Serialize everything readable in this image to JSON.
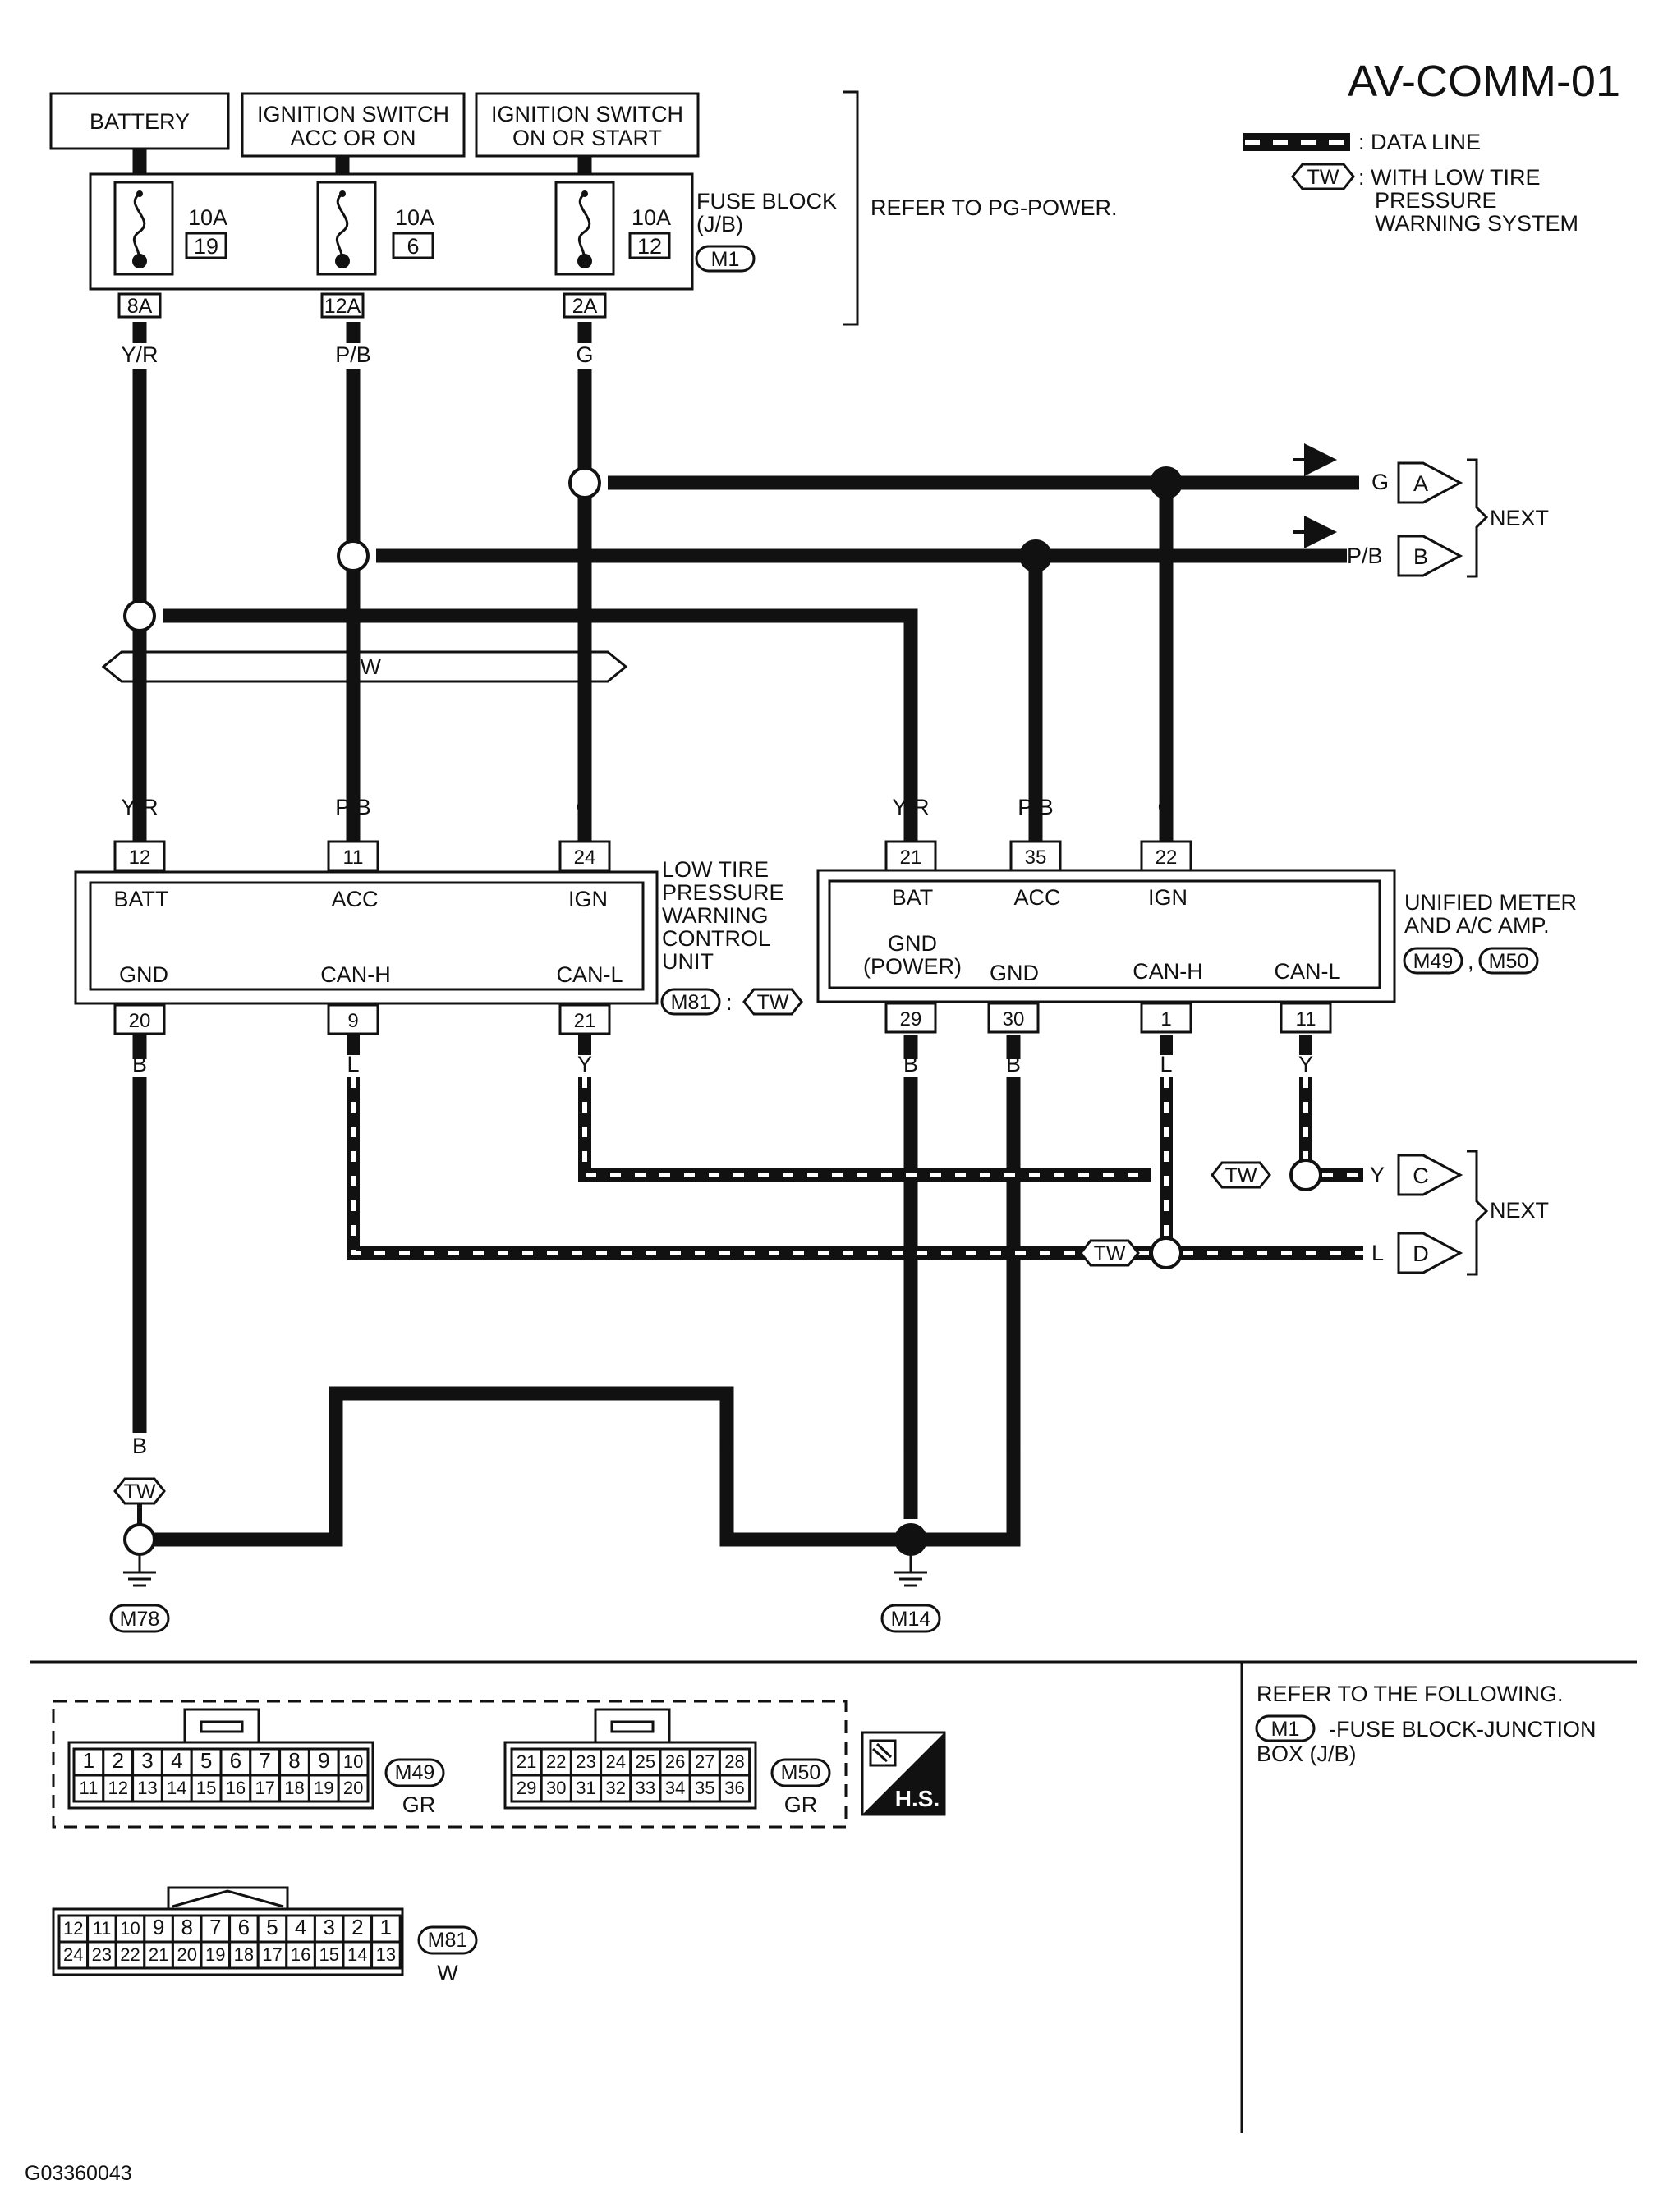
{
  "title": "AV-COMM-01",
  "legend": {
    "data_line": ": DATA LINE",
    "tw_tag": "TW",
    "tw_text_1": ": WITH LOW TIRE",
    "tw_text_2": "PRESSURE",
    "tw_text_3": "WARNING SYSTEM"
  },
  "power": {
    "battery": "BATTERY",
    "ign_acc_1": "IGNITION SWITCH",
    "ign_acc_2": "ACC OR ON",
    "ign_on_1": "IGNITION SWITCH",
    "ign_on_2": "ON OR START"
  },
  "fuse_block": {
    "label_1": "FUSE BLOCK",
    "label_2": "(J/B)",
    "connector": "M1",
    "refer": "REFER TO PG-POWER.",
    "fuses": [
      {
        "amps": "10A",
        "num": "19",
        "term": "8A"
      },
      {
        "amps": "10A",
        "num": "6",
        "term": "12A"
      },
      {
        "amps": "10A",
        "num": "12",
        "term": "2A"
      }
    ]
  },
  "wire_colors": {
    "yr": "Y/R",
    "pb": "P/B",
    "g": "G",
    "b": "B",
    "l": "L",
    "y": "Y"
  },
  "tw_bus": "TW",
  "next": {
    "a_wire": "G",
    "a_tag": "A",
    "b_wire": "P/B",
    "b_tag": "B",
    "c_wire": "Y",
    "c_tag": "C",
    "d_wire": "L",
    "d_tag": "D",
    "label": "NEXT"
  },
  "ltpw": {
    "name_1": "LOW TIRE",
    "name_2": "PRESSURE",
    "name_3": "WARNING",
    "name_4": "CONTROL",
    "name_5": "UNIT",
    "connector": "M81",
    "tag": "TW",
    "pins_top": [
      "12",
      "11",
      "24"
    ],
    "labels_top": [
      "BATT",
      "ACC",
      "IGN"
    ],
    "pins_bottom": [
      "20",
      "9",
      "21"
    ],
    "labels_bottom": [
      "GND",
      "CAN-H",
      "CAN-L"
    ]
  },
  "umeter": {
    "name_1": "UNIFIED METER",
    "name_2": "AND A/C AMP.",
    "connector_1": "M49",
    "connector_2": "M50",
    "pins_top": [
      "21",
      "35",
      "22"
    ],
    "labels_top": [
      "BAT",
      "ACC",
      "IGN"
    ],
    "pins_bottom": [
      "29",
      "30",
      "1",
      "11"
    ],
    "label_gnd_power_1": "GND",
    "label_gnd_power_2": "(POWER)",
    "labels_bottom": [
      "GND",
      "CAN-H",
      "CAN-L"
    ]
  },
  "grounds": {
    "left": "M78",
    "right": "M14"
  },
  "connectors": {
    "m49": {
      "id": "M49",
      "color": "GR",
      "row1": [
        "1",
        "2",
        "3",
        "4",
        "5",
        "6",
        "7",
        "8",
        "9",
        "10"
      ],
      "row2": [
        "11",
        "12",
        "13",
        "14",
        "15",
        "16",
        "17",
        "18",
        "19",
        "20"
      ]
    },
    "m50": {
      "id": "M50",
      "color": "GR",
      "row1": [
        "21",
        "22",
        "23",
        "24",
        "25",
        "26",
        "27",
        "28"
      ],
      "row2": [
        "29",
        "30",
        "31",
        "32",
        "33",
        "34",
        "35",
        "36"
      ]
    },
    "m81": {
      "id": "M81",
      "color": "W",
      "row1": [
        "12",
        "11",
        "10",
        "9",
        "8",
        "7",
        "6",
        "5",
        "4",
        "3",
        "2",
        "1"
      ],
      "row2": [
        "24",
        "23",
        "22",
        "21",
        "20",
        "19",
        "18",
        "17",
        "16",
        "15",
        "14",
        "13"
      ]
    },
    "hs": "H.S."
  },
  "refer": {
    "line1": "REFER TO THE FOLLOWING.",
    "connector": "M1",
    "text_1": "-FUSE BLOCK-JUNCTION",
    "text_2": "BOX (J/B)"
  },
  "code": "G03360043"
}
